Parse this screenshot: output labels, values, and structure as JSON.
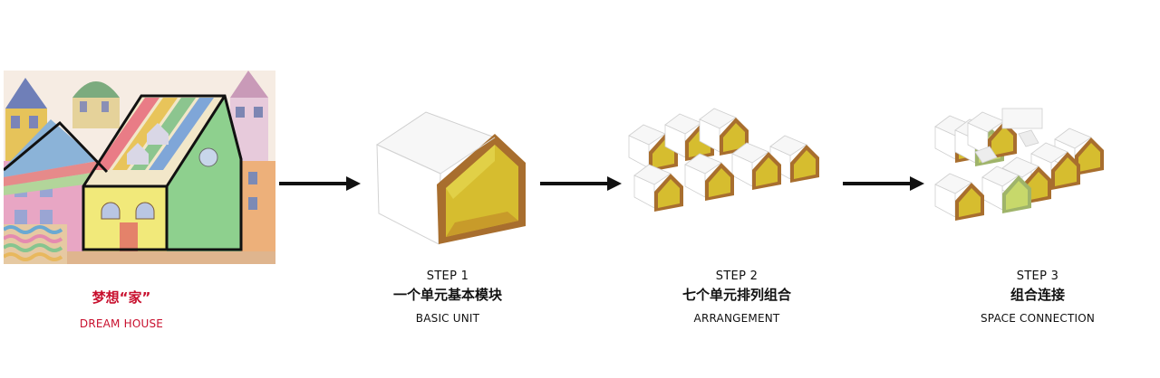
{
  "dream": {
    "title_cn": "梦想“家”",
    "title_en": "DREAM HOUSE"
  },
  "steps": [
    {
      "step": "STEP 1",
      "title_cn": "一个单元基本模块",
      "title_en": "BASIC UNIT"
    },
    {
      "step": "STEP 2",
      "title_cn": "七个单元排列组合",
      "title_en": "ARRANGEMENT"
    },
    {
      "step": "STEP 3",
      "title_cn": "组合连接",
      "title_en": "SPACE CONNECTION"
    }
  ],
  "colors": {
    "accent_red": "#c8102e",
    "wood": "#c99a28",
    "interior": "#d8c33a",
    "glass": "#c7d86b"
  }
}
